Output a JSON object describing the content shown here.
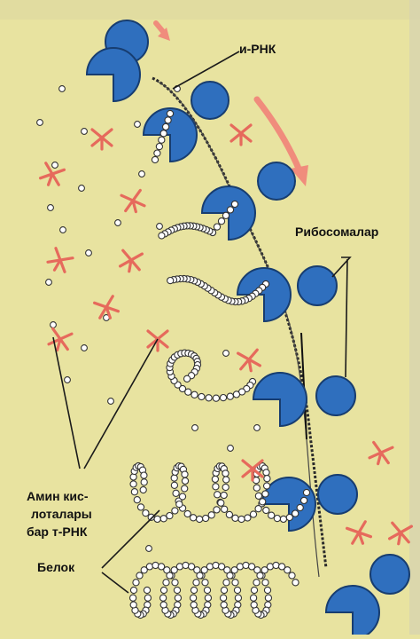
{
  "labels": {
    "mrna": "и-РНК",
    "ribosomes": "Рибосомалар",
    "trna_line1": "Амин кис-",
    "trna_line2": "лоталары",
    "trna_line3": "бар т-РНК",
    "protein": "Белок"
  },
  "colors": {
    "background": "#e8e3a0",
    "ribosome": "#2f6fbe",
    "ribosome_edge": "#173d70",
    "trna": "#e66a5c",
    "arrow": "#f08c7c",
    "bead_fill": "#ffffff",
    "bead_edge": "#333333"
  },
  "icons": [
    "ribosome-icon",
    "trna-icon",
    "amino-acid-bead-icon",
    "direction-arrow-icon"
  ]
}
